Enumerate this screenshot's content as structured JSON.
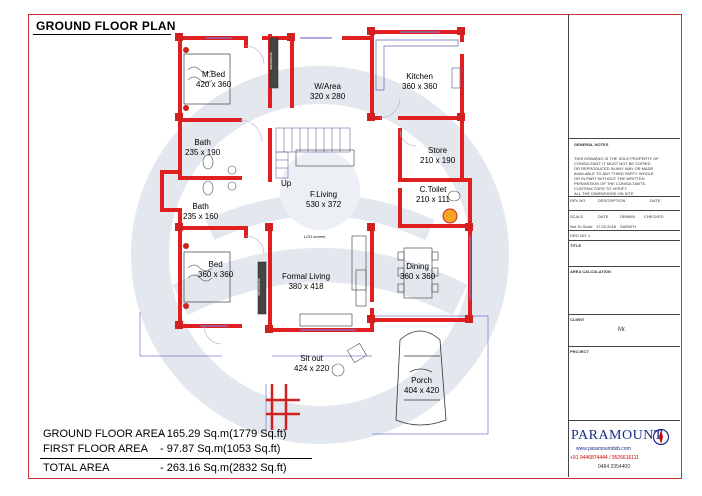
{
  "plan_title": "GROUND FLOOR PLAN",
  "rooms": {
    "mbed": {
      "name": "M.Bed",
      "size": "420 x 360"
    },
    "warea": {
      "name": "W/Area",
      "size": "320 x 280"
    },
    "kitchen": {
      "name": "Kitchen",
      "size": "360 x 360"
    },
    "bath1": {
      "name": "Bath",
      "size": "235 x 190"
    },
    "store": {
      "name": "Store",
      "size": "210 x 190"
    },
    "bath2": {
      "name": "Bath",
      "size": "235 x 160"
    },
    "ctoilet": {
      "name": "C.Toilet",
      "size": "210 x 111"
    },
    "fliving": {
      "name": "F.Living",
      "size": "530 x 372"
    },
    "bed": {
      "name": "Bed",
      "size": "360 x 360"
    },
    "dining": {
      "name": "Dining",
      "size": "360 x 360"
    },
    "formal": {
      "name": "Formal Living",
      "size": "380 x 418"
    },
    "sitout": {
      "name": "Sit out",
      "size": "424 x 220"
    },
    "porch": {
      "name": "Porch",
      "size": "404 x 420"
    }
  },
  "labels": {
    "up": "Up",
    "lcd": "LCD screen",
    "wardrobe": "WARDROBE"
  },
  "areas": [
    {
      "label": "GROUND FLOOR AREA",
      "value": "- 165.29 Sq.m(1779 Sq.ft)"
    },
    {
      "label": "FIRST FLOOR AREA",
      "value": "-  97.87 Sq.m(1053 Sq.ft)"
    },
    {
      "label": "TOTAL AREA",
      "value": "- 263.16 Sq.m(2832 Sq.ft)"
    }
  ],
  "title_block": {
    "general_notes": "GENERAL NOTES",
    "notes": "THIS DRAWING IS THE SOLE PROPERTY OF\nCONSULTANT. IT MUST NOT BE COPIED\nOR REPRODUCED IN ANY WAY OR MADE\nAVAILABLE TO ANY THIRD PARTY WHOLE\nOR IN PART WITHOUT THE WRITTEN\nPERMISSION OF THE CONSULTANTS.\nCONTRACTORS TO VERIFY\nALL THE DIMENSIONS ON SITE",
    "rev": "REV NO",
    "description": "DESCRIPTION",
    "date": "DATE",
    "scale": "SCALE",
    "date2": "DATE",
    "drawn": "DRAWN",
    "checked": "CHECKED",
    "scale_val": "Not To Scale",
    "date_val": "17.02.2018",
    "drawn_val": "SARATH",
    "drg_no": "DRG NO: 1",
    "title": "TITLE",
    "area_calc": "AREA CALCULATION",
    "client": "CLIENT",
    "client_name": "Mr.",
    "project": "PROJECT"
  },
  "logo": {
    "name": "PARAMOUNT",
    "web": "www.paramountdxb.com",
    "phone": "+91 9446874444 / 9526616111",
    "phone2": "0484 2354400"
  },
  "colors": {
    "wall": "#e02020",
    "watermark": "#dfe4ec",
    "logo": "#1a2b8a"
  }
}
